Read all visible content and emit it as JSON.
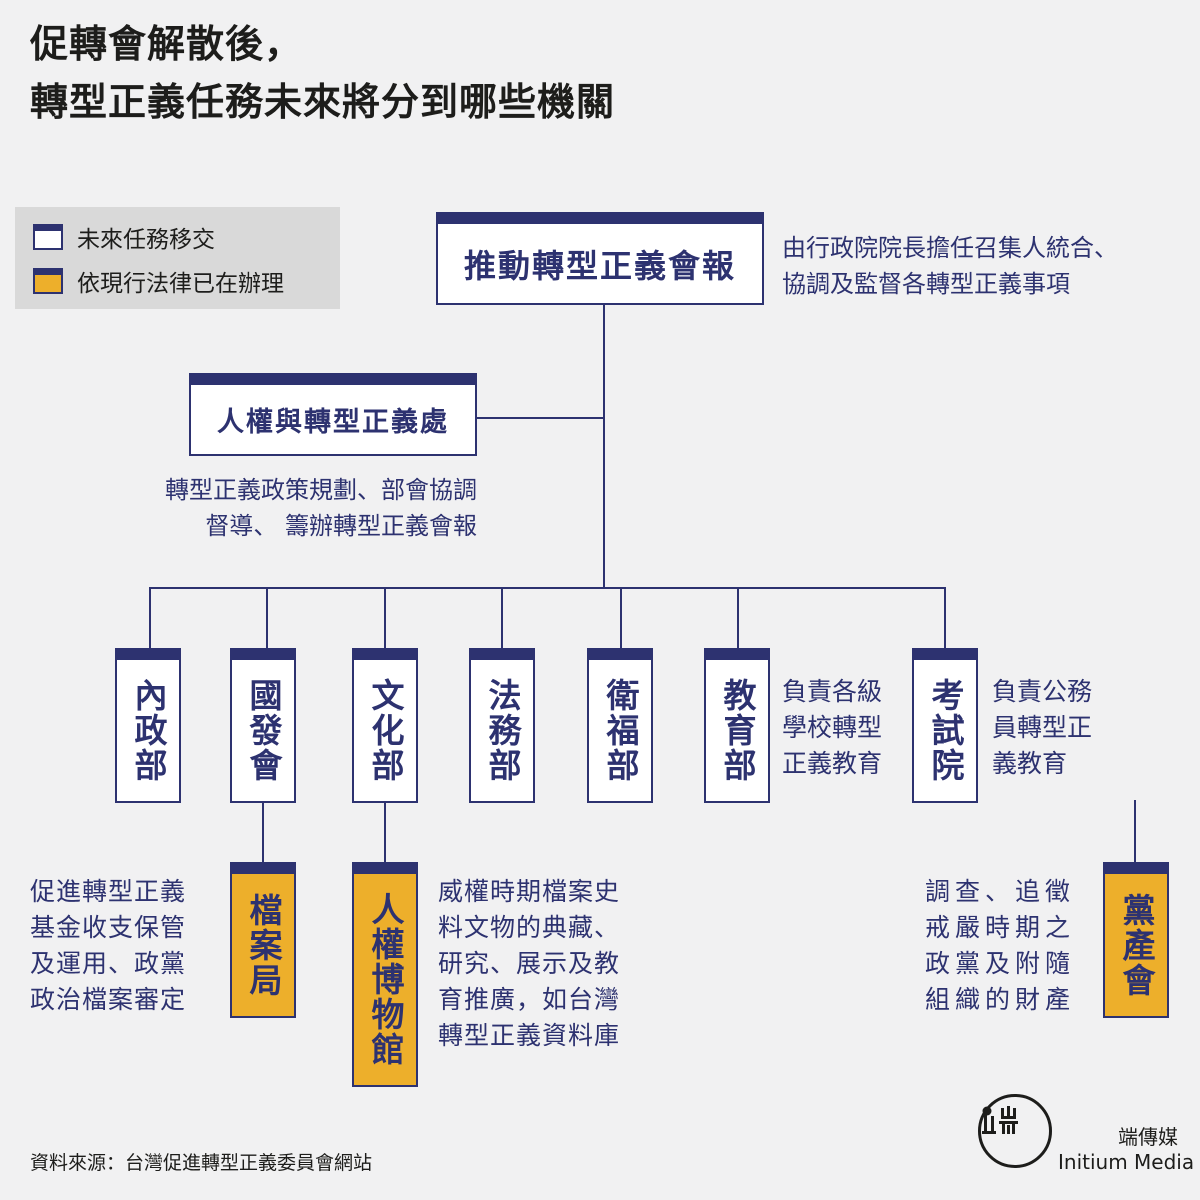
{
  "title": {
    "line1": "促轉會解散後，",
    "line2": "轉型正義任務未來將分到哪些機關"
  },
  "legend": {
    "items": [
      {
        "label": "未來任務移交",
        "swatch_color": "#ffffff"
      },
      {
        "label": "依現行法律已在辦理",
        "swatch_color": "#edaf2b"
      }
    ]
  },
  "colors": {
    "navy": "#2d3270",
    "yellow": "#edaf2b",
    "background": "#f1f1f2",
    "legend_background": "#d9d9d9"
  },
  "org": {
    "top": {
      "name": "推動轉型正義會報",
      "desc": [
        "由行政院院長擔任召集人統合、",
        "協調及監督各轉型正義事項"
      ]
    },
    "office": {
      "name": "人權與轉型正義處",
      "desc": [
        "轉型正義政策規劃、部會協調",
        "督導、 籌辦轉型正義會報"
      ]
    },
    "ministries": [
      {
        "name": "內政部"
      },
      {
        "name": "國發會"
      },
      {
        "name": "文化部"
      },
      {
        "name": "法務部"
      },
      {
        "name": "衛福部"
      },
      {
        "name": "教育部",
        "desc": [
          "負責各級",
          "學校轉型",
          "正義教育"
        ]
      },
      {
        "name": "考試院",
        "desc": [
          "負責公務",
          "員轉型正",
          "義教育"
        ]
      }
    ],
    "sub_agencies": [
      {
        "name": "檔案局",
        "parent": "國發會",
        "desc": [
          "促進轉型正義",
          "基金收支保管",
          "及運用、政黨",
          "政治檔案審定"
        ]
      },
      {
        "name": "人權博物館",
        "parent": "文化部",
        "desc": [
          "威權時期檔案史",
          "料文物的典藏、",
          "研究、展示及教",
          "育推廣，如台灣",
          "轉型正義資料庫"
        ]
      },
      {
        "name": "黨產會",
        "desc": [
          "調查、追徵",
          "戒嚴時期之",
          "政黨及附隨",
          "組織的財產"
        ]
      }
    ]
  },
  "footer": {
    "source": "資料來源：台灣促進轉型正義委員會網站",
    "brand_zh": "端傳媒",
    "brand_en": "Initium Media"
  }
}
